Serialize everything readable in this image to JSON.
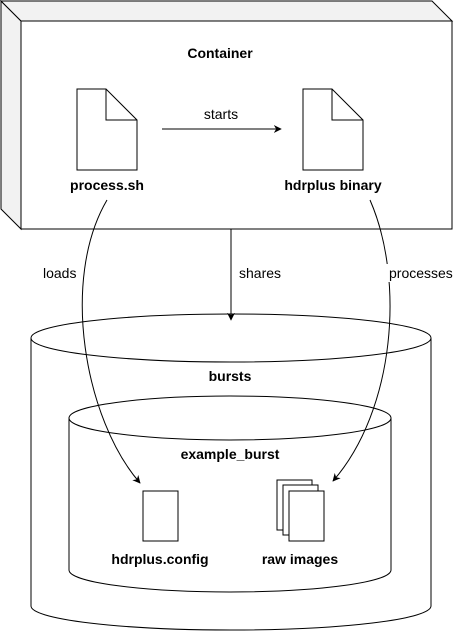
{
  "container": {
    "title": "Container"
  },
  "files": {
    "process": "process.sh",
    "hdrplus": "hdrplus binary",
    "config": "hdrplus.config",
    "raw": "raw images"
  },
  "edges": {
    "starts": "starts",
    "loads": "loads",
    "shares": "shares",
    "processes": "processes"
  },
  "volumes": {
    "outer": "bursts",
    "inner": "example_burst"
  }
}
